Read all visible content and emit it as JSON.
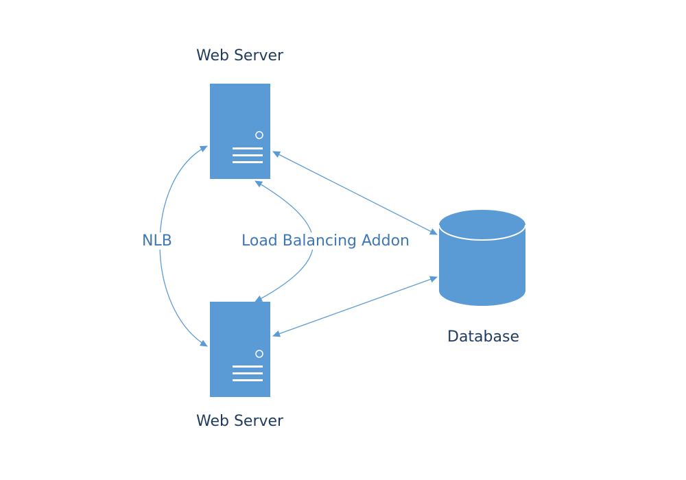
{
  "colors": {
    "shape_fill": "#5b9bd5",
    "shape_detail": "#ffffff",
    "connector": "#5b9bd5",
    "node_text": "#1f3a5f",
    "edge_text": "#3f77b3",
    "background": "#ffffff"
  },
  "nodes": {
    "web_server_top": {
      "label": "Web Server",
      "icon": "server-icon"
    },
    "web_server_bottom": {
      "label": "Web Server",
      "icon": "server-icon"
    },
    "database": {
      "label": "Database",
      "icon": "database-cylinder-icon"
    }
  },
  "edges": {
    "nlb": {
      "label": "NLB",
      "from": "web_server_top",
      "to": "web_server_bottom",
      "bidirectional": true
    },
    "load_balancing": {
      "label": "Load Balancing Addon",
      "from": "web_server_top",
      "to": "web_server_bottom",
      "bidirectional": true
    },
    "db_top": {
      "label": "",
      "from": "web_server_top",
      "to": "database",
      "bidirectional": true
    },
    "db_bottom": {
      "label": "",
      "from": "web_server_bottom",
      "to": "database",
      "bidirectional": true
    }
  }
}
